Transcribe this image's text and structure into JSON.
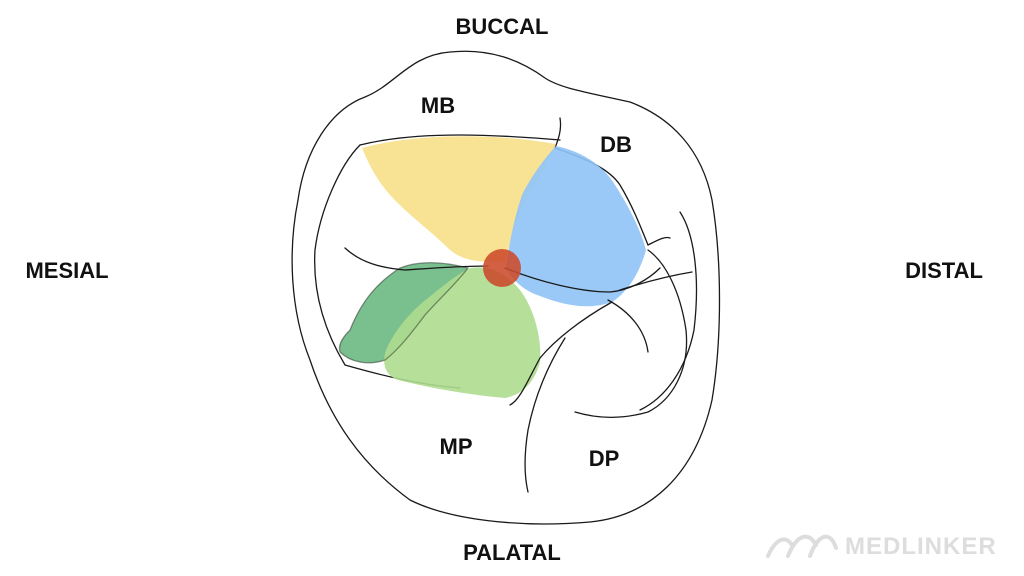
{
  "directions": {
    "buccal": "BUCCAL",
    "palatal": "PALATAL",
    "mesial": "MESIAL",
    "distal": "DISTAL"
  },
  "cusps": {
    "mb": "MB",
    "db": "DB",
    "mp": "MP",
    "dp": "DP"
  },
  "watermark": {
    "text": "MEDLINKER"
  },
  "colors": {
    "mb_area": "#f7e08a",
    "db_area": "#8fc3f7",
    "mp_area": "#aedb8e",
    "mp_dark_area": "#6cb882",
    "central_dot": "#cc4a2a",
    "outline": "#1a1a1a",
    "watermark": "#dddddd"
  }
}
